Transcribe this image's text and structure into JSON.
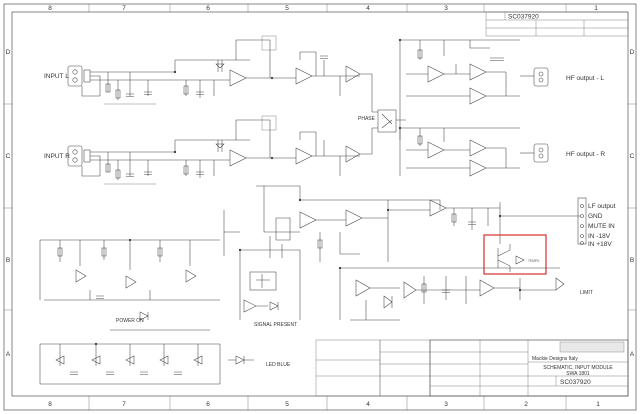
{
  "border": {
    "columns": [
      "8",
      "7",
      "6",
      "5",
      "4",
      "3",
      "2",
      "1"
    ],
    "rows": [
      "D",
      "C",
      "B",
      "A"
    ]
  },
  "top_doc_number": "SC037920",
  "connectors": {
    "input_l": "INPUT L",
    "input_r": "INPUT R",
    "hf_output_l": "HF output - L",
    "hf_output_r": "HF output - R",
    "lf_output": "LF output",
    "gnd": "GND",
    "mute_in": "MUTE IN",
    "in_minus_18v": "IN -18V",
    "in_plus_18v": "IN +18V"
  },
  "labels": {
    "phase": "PHASE",
    "power_on": "POWER ON",
    "signal_present": "SIGNAL PRESENT",
    "led_blue": "LED BLUE",
    "limit": "LIMIT",
    "tempo": "TEMPO"
  },
  "title_block": {
    "company": "Mackie Designs Italy",
    "title_line1": "SCHEMATIC, INPUT MODULE",
    "title_line2": "SWA 1801",
    "doc_number": "SC037920"
  },
  "colors": {
    "highlight": "#d9302c",
    "ink": "#444444"
  }
}
